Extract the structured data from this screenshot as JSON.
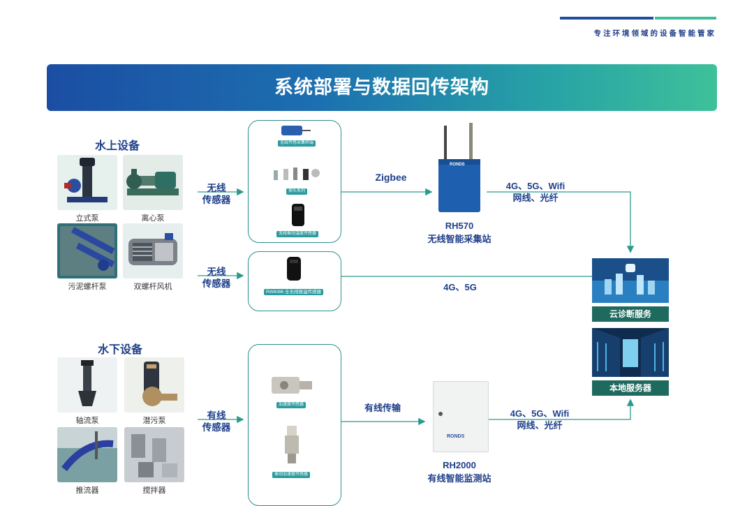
{
  "header": {
    "tagline": "专注环境领域的设备智能管家",
    "title": "系统部署与数据回传架构"
  },
  "above_water": {
    "title": "水上设备",
    "items": [
      {
        "label": "立式泵"
      },
      {
        "label": "离心泵"
      },
      {
        "label": "污泥螺杆泵"
      },
      {
        "label": "双螺杆风机"
      }
    ]
  },
  "under_water": {
    "title": "水下设备",
    "items": [
      {
        "label": "轴流泵"
      },
      {
        "label": "潜污泵"
      },
      {
        "label": "推流器"
      },
      {
        "label": "搅拌器"
      }
    ]
  },
  "sensor_links": {
    "wireless_1": [
      "无线",
      "传感器"
    ],
    "wireless_2": [
      "无线",
      "传感器"
    ],
    "wired": [
      "有线",
      "传感器"
    ]
  },
  "sensor_box_1": {
    "tag_top": "无线传感采集终端",
    "tag_mid": "探头系列",
    "tag_bottom": "无线振动温度传感器"
  },
  "sensor_box_2": {
    "tag": "RW6086 全无线振温传感器"
  },
  "sensor_box_3": {
    "tag_top": "加速度传感器",
    "tag_bottom": "振动加速度传感器"
  },
  "links": {
    "zigbee": "Zigbee",
    "net_top": [
      "4G、5G、Wifi",
      "网线、光纤"
    ],
    "direct": "4G、5G",
    "wired_transfer": "有线传输",
    "net_bottom": [
      "4G、5G、Wifi",
      "网线、光纤"
    ]
  },
  "stations": {
    "rh570": {
      "model": "RH570",
      "name": "无线智能采集站",
      "brand": "RONDS"
    },
    "rh2000": {
      "model": "RH2000",
      "name": "有线智能监测站",
      "brand": "RONDS"
    }
  },
  "servers": {
    "cloud": "云诊断服务",
    "local": "本地服务器"
  },
  "colors": {
    "primary": "#1f3f8a",
    "accent": "#2a9a9e",
    "green": "#3ec19a"
  }
}
